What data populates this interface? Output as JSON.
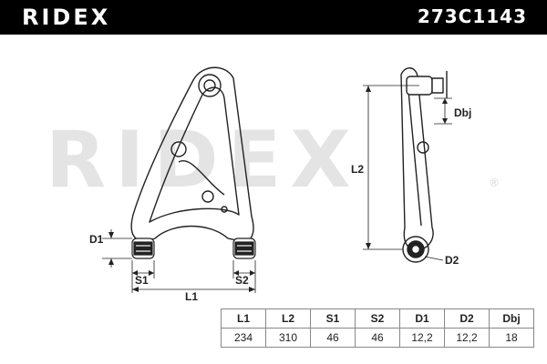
{
  "header": {
    "brand": "RIDEX",
    "part_number": "273C1143"
  },
  "watermark": {
    "brand": "RIDEX",
    "mark": "®"
  },
  "labels": {
    "l1": "L1",
    "l2": "L2",
    "s1": "S1",
    "s2": "S2",
    "d1": "D1",
    "d2": "D2",
    "dbj": "Dbj"
  },
  "specs": {
    "headers": [
      "L1",
      "L2",
      "S1",
      "S2",
      "D1",
      "D2",
      "Dbj"
    ],
    "values": [
      "234",
      "310",
      "46",
      "46",
      "12,2",
      "12,2",
      "18"
    ]
  },
  "colors": {
    "header_bg": "#000000",
    "header_text": "#ffffff",
    "line": "#222222",
    "watermark": "#e4e4e4"
  }
}
